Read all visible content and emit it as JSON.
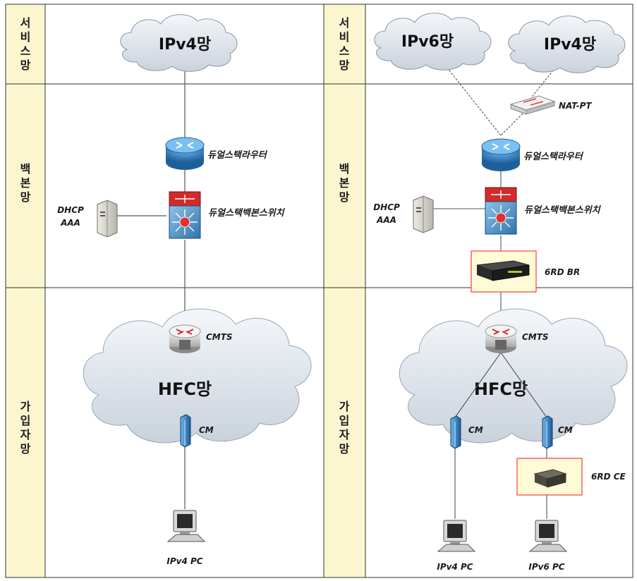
{
  "rows": {
    "service": [
      "서",
      "비",
      "스",
      "망"
    ],
    "backbone": [
      "백",
      "본",
      "망"
    ],
    "subscriber": [
      "가",
      "입",
      "자",
      "망"
    ]
  },
  "left": {
    "ipv4_cloud": "IPv4망",
    "router": "듀얼스택라우터",
    "switch": "듀얼스택백본스위치",
    "server_line1": "DHCP",
    "server_line2": "AAA",
    "cmts": "CMTS",
    "hfc": "HFC망",
    "cm": "CM",
    "pc": "IPv4 PC"
  },
  "right": {
    "ipv6_cloud": "IPv6망",
    "ipv4_cloud": "IPv4망",
    "natpt": "NAT-PT",
    "router": "듀얼스택라우터",
    "switch": "듀얼스택백본스위치",
    "server_line1": "DHCP",
    "server_line2": "AAA",
    "br": "6RD BR",
    "cmts": "CMTS",
    "hfc": "HFC망",
    "cm1": "CM",
    "cm2": "CM",
    "ce": "6RD CE",
    "pc1": "IPv4 PC",
    "pc2": "IPv6 PC"
  },
  "colors": {
    "row_label_bg": "#fbf6cf",
    "border": "#333333",
    "cloud_fill": "#dde3ea",
    "router_blue": "#2b7fc2",
    "highlight_box": "#ff3b3b",
    "highlight_fill": "#fffbd6"
  }
}
